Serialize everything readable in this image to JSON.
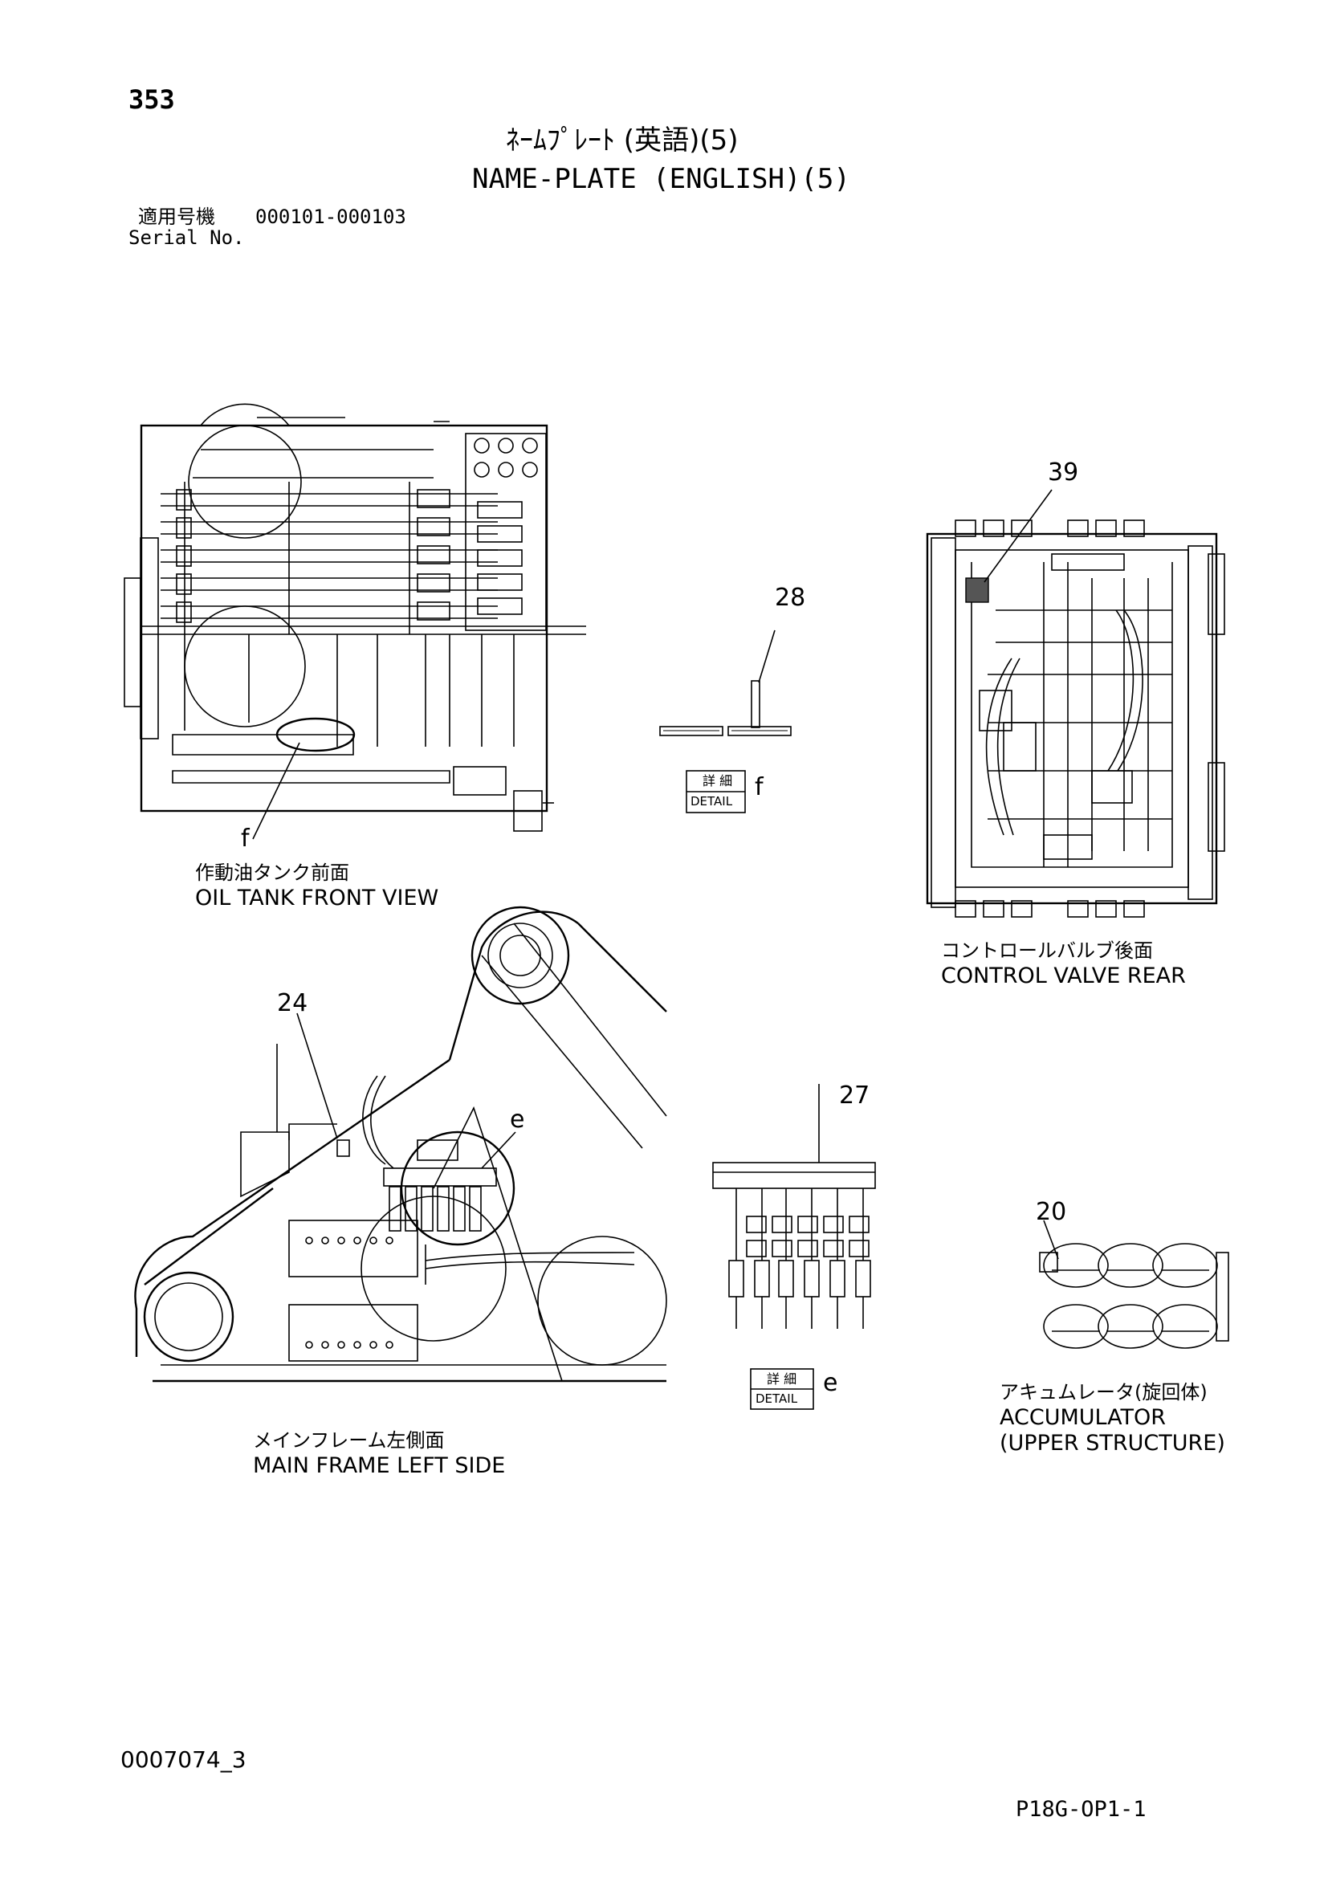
{
  "page_number": "353",
  "title_jp": "ﾈｰﾑﾌﾟﾚｰﾄ (英語)(5)",
  "title_en": "NAME-PLATE (ENGLISH)(5)",
  "serial": {
    "label_jp": "適用号機",
    "range": "000101-000103",
    "label_en": "Serial No."
  },
  "views": [
    {
      "id": "oil-tank",
      "caption_jp": "作動油タンク前面",
      "caption_en": "OIL TANK FRONT VIEW",
      "callout": "f"
    },
    {
      "id": "control-valve",
      "caption_jp": "コントロールバルブ後面",
      "caption_en": "CONTROL VALVE REAR",
      "callout": "39"
    },
    {
      "id": "main-frame",
      "caption_jp": "メインフレーム左側面",
      "caption_en": "MAIN FRAME LEFT SIDE",
      "callouts": [
        "24",
        "e"
      ]
    },
    {
      "id": "accumulator",
      "caption_jp": "アキュムレータ(旋回体)",
      "caption_en_1": "ACCUMULATOR",
      "caption_en_2": "(UPPER STRUCTURE)",
      "callout": "20"
    }
  ],
  "details": [
    {
      "id": "detail-f",
      "part": "28",
      "label_jp": "詳 細",
      "label_en": "DETAIL",
      "letter": "f"
    },
    {
      "id": "detail-e",
      "part": "27",
      "label_jp": "詳 細",
      "label_en": "DETAIL",
      "letter": "e"
    }
  ],
  "doc_code": "0007074_3",
  "sheet_code": "P18G-OP1-1"
}
